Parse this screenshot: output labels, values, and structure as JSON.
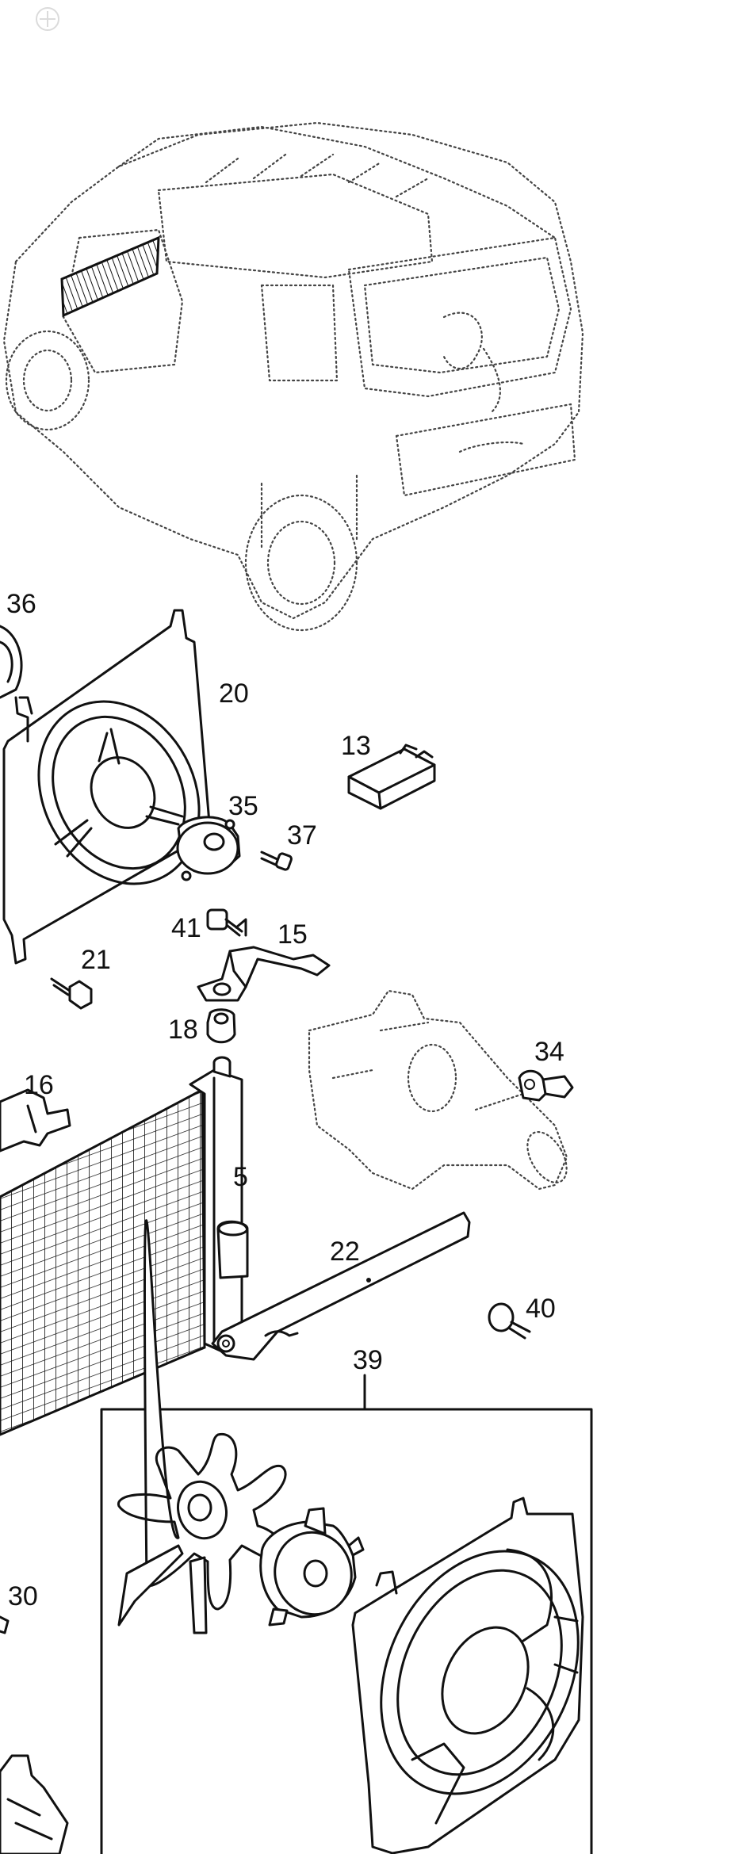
{
  "watermark": "",
  "callouts": {
    "c36": "36",
    "c20": "20",
    "c13": "13",
    "c35": "35",
    "c37": "37",
    "c41": "41",
    "c15": "15",
    "c21": "21",
    "c18": "18",
    "c34": "34",
    "c16": "16",
    "c5": "5",
    "c22": "22",
    "c40": "40",
    "c39": "39",
    "c30": "30"
  }
}
